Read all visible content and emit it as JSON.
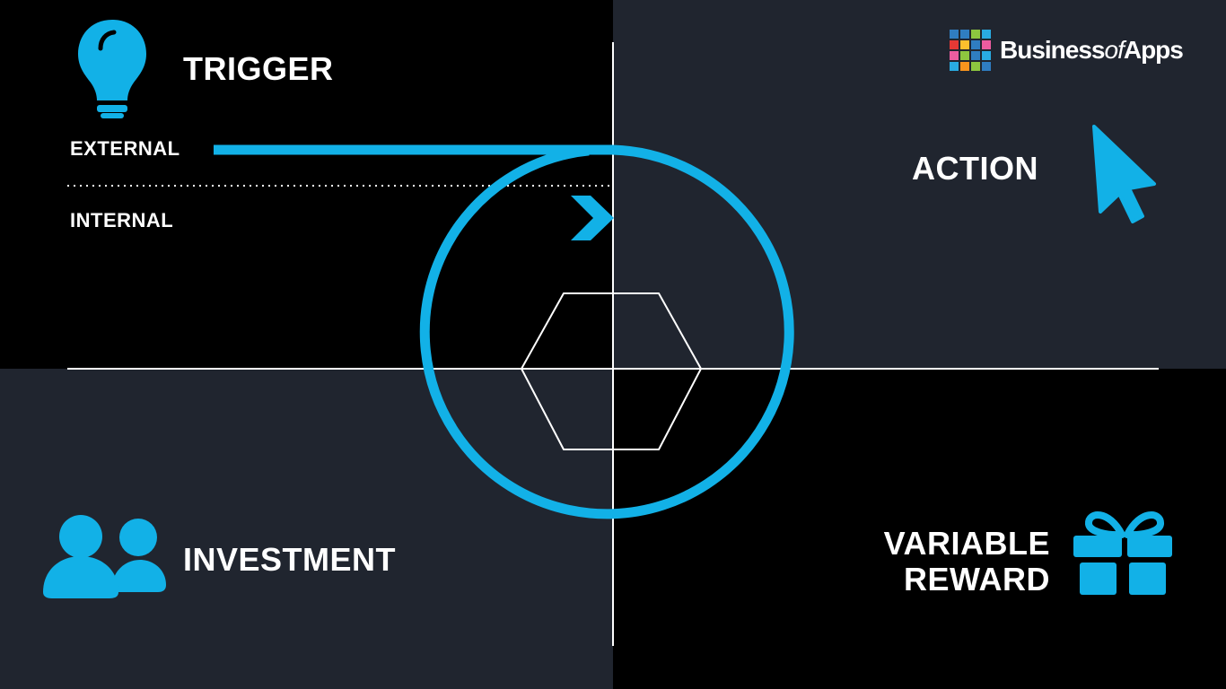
{
  "colors": {
    "accent": "#12b1e7",
    "background_dark": "#000000",
    "background_slate": "#20252f",
    "line": "#ffffff"
  },
  "logo": {
    "brand_prefix": "Business",
    "brand_of": "of",
    "brand_suffix": "Apps",
    "tile_colors": [
      "#2f7dc1",
      "#2f7dc1",
      "#8dc63f",
      "#29abe2",
      "#e53935",
      "#fbc02d",
      "#2f7dc1",
      "#ec5ca0",
      "#ec5ca0",
      "#8dc63f",
      "#2f7dc1",
      "#29abe2",
      "#29abe2",
      "#f7941d",
      "#8dc63f",
      "#2f7dc1"
    ]
  },
  "quadrants": {
    "trigger": {
      "title": "TRIGGER",
      "icon": "lightbulb-icon"
    },
    "external": {
      "label": "EXTERNAL"
    },
    "internal": {
      "label": "INTERNAL"
    },
    "action": {
      "title": "ACTION",
      "icon": "cursor-icon"
    },
    "investment": {
      "title": "INVESTMENT",
      "icon": "users-icon"
    },
    "reward": {
      "title_line1": "VARIABLE",
      "title_line2": "REWARD",
      "icon": "gift-icon"
    }
  }
}
